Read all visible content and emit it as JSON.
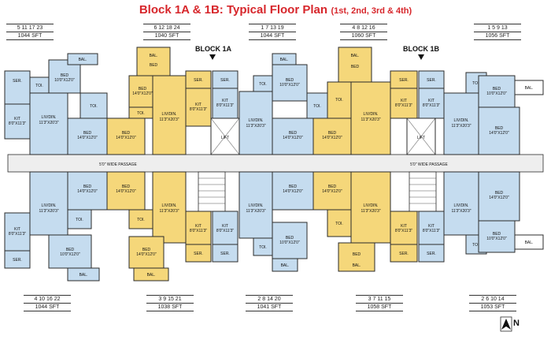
{
  "title": {
    "main": "Block 1A & 1B: Typical Floor Plan",
    "sub": "(1st, 2nd, 3rd & 4th)"
  },
  "blocks": [
    {
      "label": "BLOCK 1A"
    },
    {
      "label": "BLOCK 1B"
    }
  ],
  "top_units": [
    {
      "nums": "5  11  17  23",
      "sft": "1044 SFT"
    },
    {
      "nums": "6  12  18  24",
      "sft": "1040 SFT"
    },
    {
      "nums": "1  7  13  19",
      "sft": "1044 SFT"
    },
    {
      "nums": "4  8  12  16",
      "sft": "1060 SFT"
    },
    {
      "nums": "1  5  9  13",
      "sft": "1056 SFT"
    }
  ],
  "bottom_units": [
    {
      "nums": "4  10  16  22",
      "sft": "1044 SFT"
    },
    {
      "nums": "3  9  15  21",
      "sft": "1038 SFT"
    },
    {
      "nums": "2  8  14  20",
      "sft": "1041 SFT"
    },
    {
      "nums": "3  7  11  15",
      "sft": "1058 SFT"
    },
    {
      "nums": "2  6  10  14",
      "sft": "1053 SFT"
    }
  ],
  "passages": [
    "5'0\" WIDE PASSAGE",
    "5'0\" WIDE PASSAGE"
  ],
  "lifts": [
    "LIFT",
    "LIFT"
  ],
  "rooms": {
    "bed": "BED",
    "bed_size_a": "14'0\"X12'0\"",
    "bed_size_b": "10'0\"X12'0\"",
    "liv": "LIV/DIN.",
    "liv_size": "11'3\"X20'3\"",
    "kit": "KIT",
    "kit_size": "8'0\"X11'3\"",
    "toi": "TOI.",
    "ser": "SER.",
    "bal": "BAL."
  },
  "north": "N",
  "colors": {
    "blue": "#c5dcef",
    "yellow": "#f5d77a",
    "wall": "#2b2b2b",
    "title": "#d7262b",
    "passage": "#eeeeee"
  }
}
